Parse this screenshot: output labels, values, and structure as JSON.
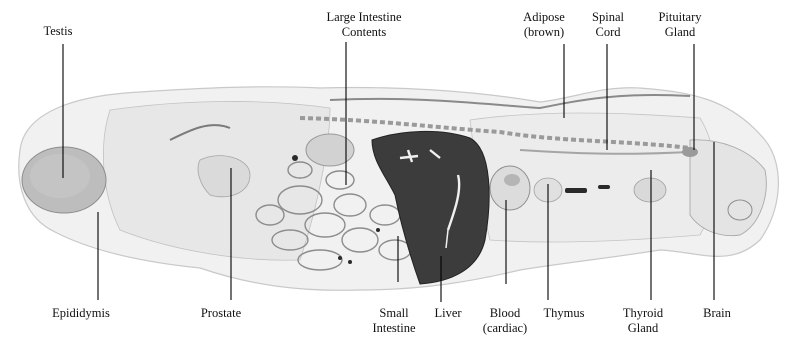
{
  "labels": {
    "testis": "Testis",
    "large_intestine": "Large Intestine\nContents",
    "adipose": "Adipose\n(brown)",
    "spinal_cord": "Spinal\nCord",
    "pituitary": "Pituitary\nGland",
    "epididymis": "Epididymis",
    "prostate": "Prostate",
    "small_intestine": "Small\nIntestine",
    "liver": "Liver",
    "blood": "Blood\n(cardiac)",
    "thymus": "Thymus",
    "thyroid": "Thyroid\nGland",
    "brain": "Brain"
  }
}
